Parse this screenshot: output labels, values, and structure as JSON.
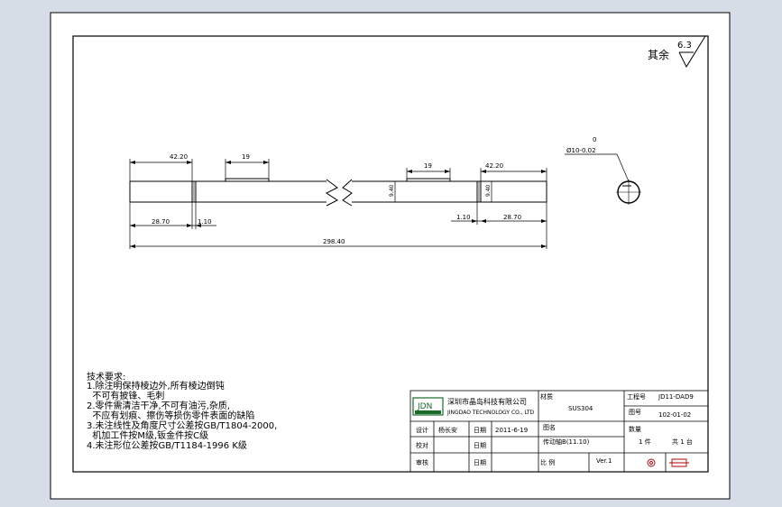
{
  "sheet": {
    "roughness": {
      "prefix": "其余",
      "value": "6.3"
    }
  },
  "dimensions": {
    "left_42": "42.20",
    "left_19": "19",
    "right_19": "19",
    "right_42": "42.20",
    "left_28": "28.70",
    "left_110": "1.10",
    "right_110": "1.10",
    "right_28": "28.70",
    "overall": "298.40",
    "groove_left": "9.40",
    "groove_right": "9.40",
    "section_tol_upper": "0",
    "section_dia": "Ø10-0.02"
  },
  "notes": {
    "title": "技术要求:",
    "lines": [
      "1.除注明保持棱边外,所有棱边倒钝",
      "  不可有披锋、毛刺",
      "2.零件需清洁干净,不可有油污,杂质,",
      "  不应有划痕、擦伤等损伤零件表面的缺陷",
      "3.未注线性及角度尺寸公差按GB/T1804-2000,",
      "  机加工件按M级,钣金件按C级",
      "4.未注形位公差按GB/T1184-1996 K级"
    ]
  },
  "title_block": {
    "company_cn": "深圳市晶岛科技有限公司",
    "company_en": "JINGDAO TECHNOLOGY CO., LTD",
    "logo_text": "JDN",
    "design_label": "设计",
    "designer": "杨长安",
    "date_label": "日期",
    "date": "2011-6-19",
    "check_label": "校对",
    "check_date_label": "日期",
    "approve_label": "审核",
    "approve_date_label": "日期",
    "material_label": "材质",
    "material": "SUS304",
    "drawing_name_label": "图名",
    "drawing_name": "传动轴B(11.10)",
    "scale_label": "比 例",
    "version": "Ver.1",
    "project_label": "工程号",
    "project_no": "JD11-DAD9",
    "drawing_no_label": "图号",
    "drawing_no": "102-01-02",
    "quantity_label": "数量",
    "quantity": "1 件",
    "total": "共 1 台"
  }
}
